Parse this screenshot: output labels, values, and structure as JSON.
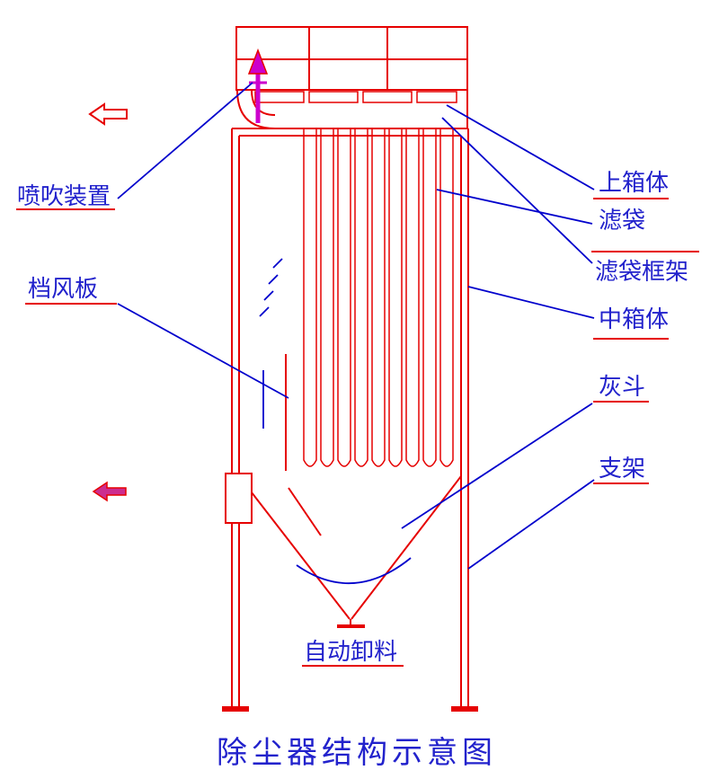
{
  "diagram": {
    "title": "除尘器结构示意图",
    "labels": {
      "blowing_device": "喷吹装置",
      "baffle_plate": "档风板",
      "upper_box": "上箱体",
      "filter_bag": "滤袋",
      "filter_bag_cage": "滤袋框架",
      "middle_box": "中箱体",
      "ash_hopper": "灰斗",
      "support_frame": "支架",
      "auto_discharge": "自动卸料"
    },
    "colors": {
      "structure_red": "#e60000",
      "leader_blue": "#0000cc",
      "label_blue": "#2222cc",
      "pulse_magenta": "#cc00cc"
    }
  }
}
